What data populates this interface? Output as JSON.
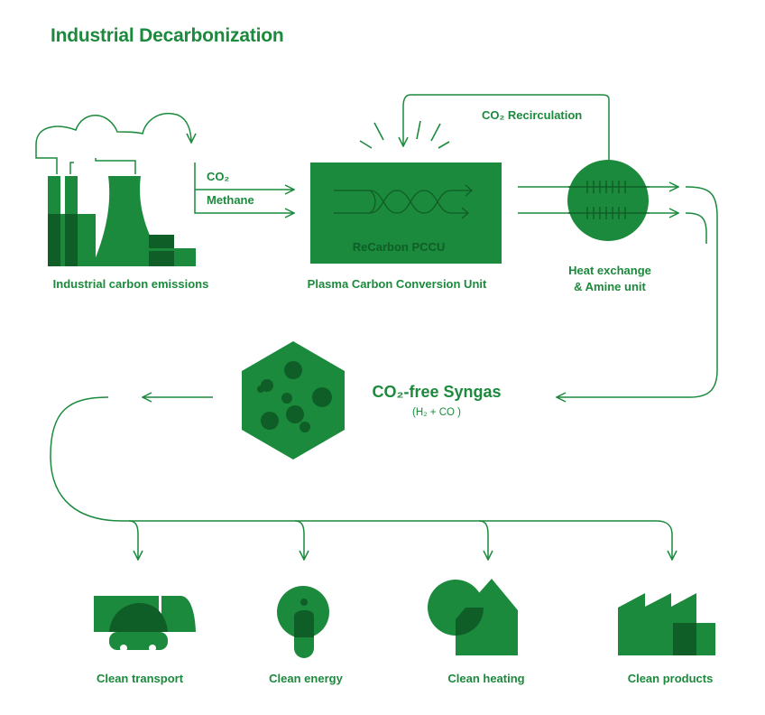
{
  "title": "Industrial Decarbonization",
  "colors": {
    "accent": "#1b8a3c",
    "dark": "#0f5e27",
    "background": "#ffffff"
  },
  "source": {
    "label": "Industrial carbon emissions",
    "gas_inputs": [
      "CO₂",
      "Methane"
    ],
    "icon": "factory-cooling-tower-icon"
  },
  "unit": {
    "inner_label": "ReCarbon PCCU",
    "label": "Plasma Carbon Conversion Unit"
  },
  "recirculation": {
    "label": "CO₂ Recirculation"
  },
  "heat_exchange": {
    "line1": "Heat exchange",
    "line2": "& Amine unit"
  },
  "syngas": {
    "label": "CO₂-free Syngas",
    "formula": "(H₂ + CO )"
  },
  "outputs": [
    {
      "label": "Clean transport",
      "icon": "truck-icon"
    },
    {
      "label": "Clean energy",
      "icon": "lightbulb-icon"
    },
    {
      "label": "Clean heating",
      "icon": "house-heating-icon"
    },
    {
      "label": "Clean products",
      "icon": "factory-icon"
    }
  ]
}
